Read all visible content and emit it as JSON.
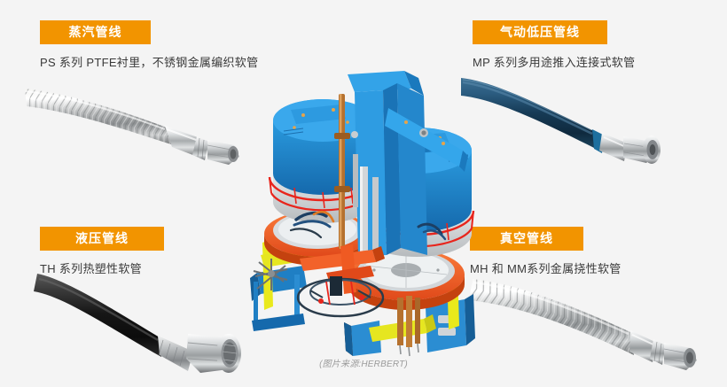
{
  "page": {
    "background_color": "#f4f4f4",
    "badge_color": "#f29400",
    "badge_text_color": "#ffffff",
    "body_text_color": "#3a3a3a",
    "caption_text_color": "#9a9a9a"
  },
  "panels": {
    "top_left": {
      "badge": "蒸汽管线",
      "description": "PS 系列 PTFE衬里，不锈钢金属编织软管",
      "image_name": "braided-stainless-steel-hose"
    },
    "top_right": {
      "badge": "气动低压管线",
      "description": "MP 系列多用途推入连接式软管",
      "image_name": "blue-pneumatic-hose"
    },
    "bottom_left": {
      "badge": "液压管线",
      "description": "TH 系列热塑性软管",
      "image_name": "black-thermoplastic-hose"
    },
    "bottom_right": {
      "badge": "真空管线",
      "description": "MH 和 MM系列金属挠性软管",
      "image_name": "metal-flexible-braided-hose"
    }
  },
  "center": {
    "illustration_name": "industrial-machine-cad-render",
    "caption": "(图片来源:HERBERT)",
    "colors": {
      "machine_blue": "#2196e3",
      "machine_blue_dark": "#1565a8",
      "machine_orange": "#f2622a",
      "machine_yellow": "#e8e81f",
      "machine_gray": "#cfd3d6",
      "machine_copper": "#b5712e",
      "machine_red": "#e8251c"
    }
  }
}
